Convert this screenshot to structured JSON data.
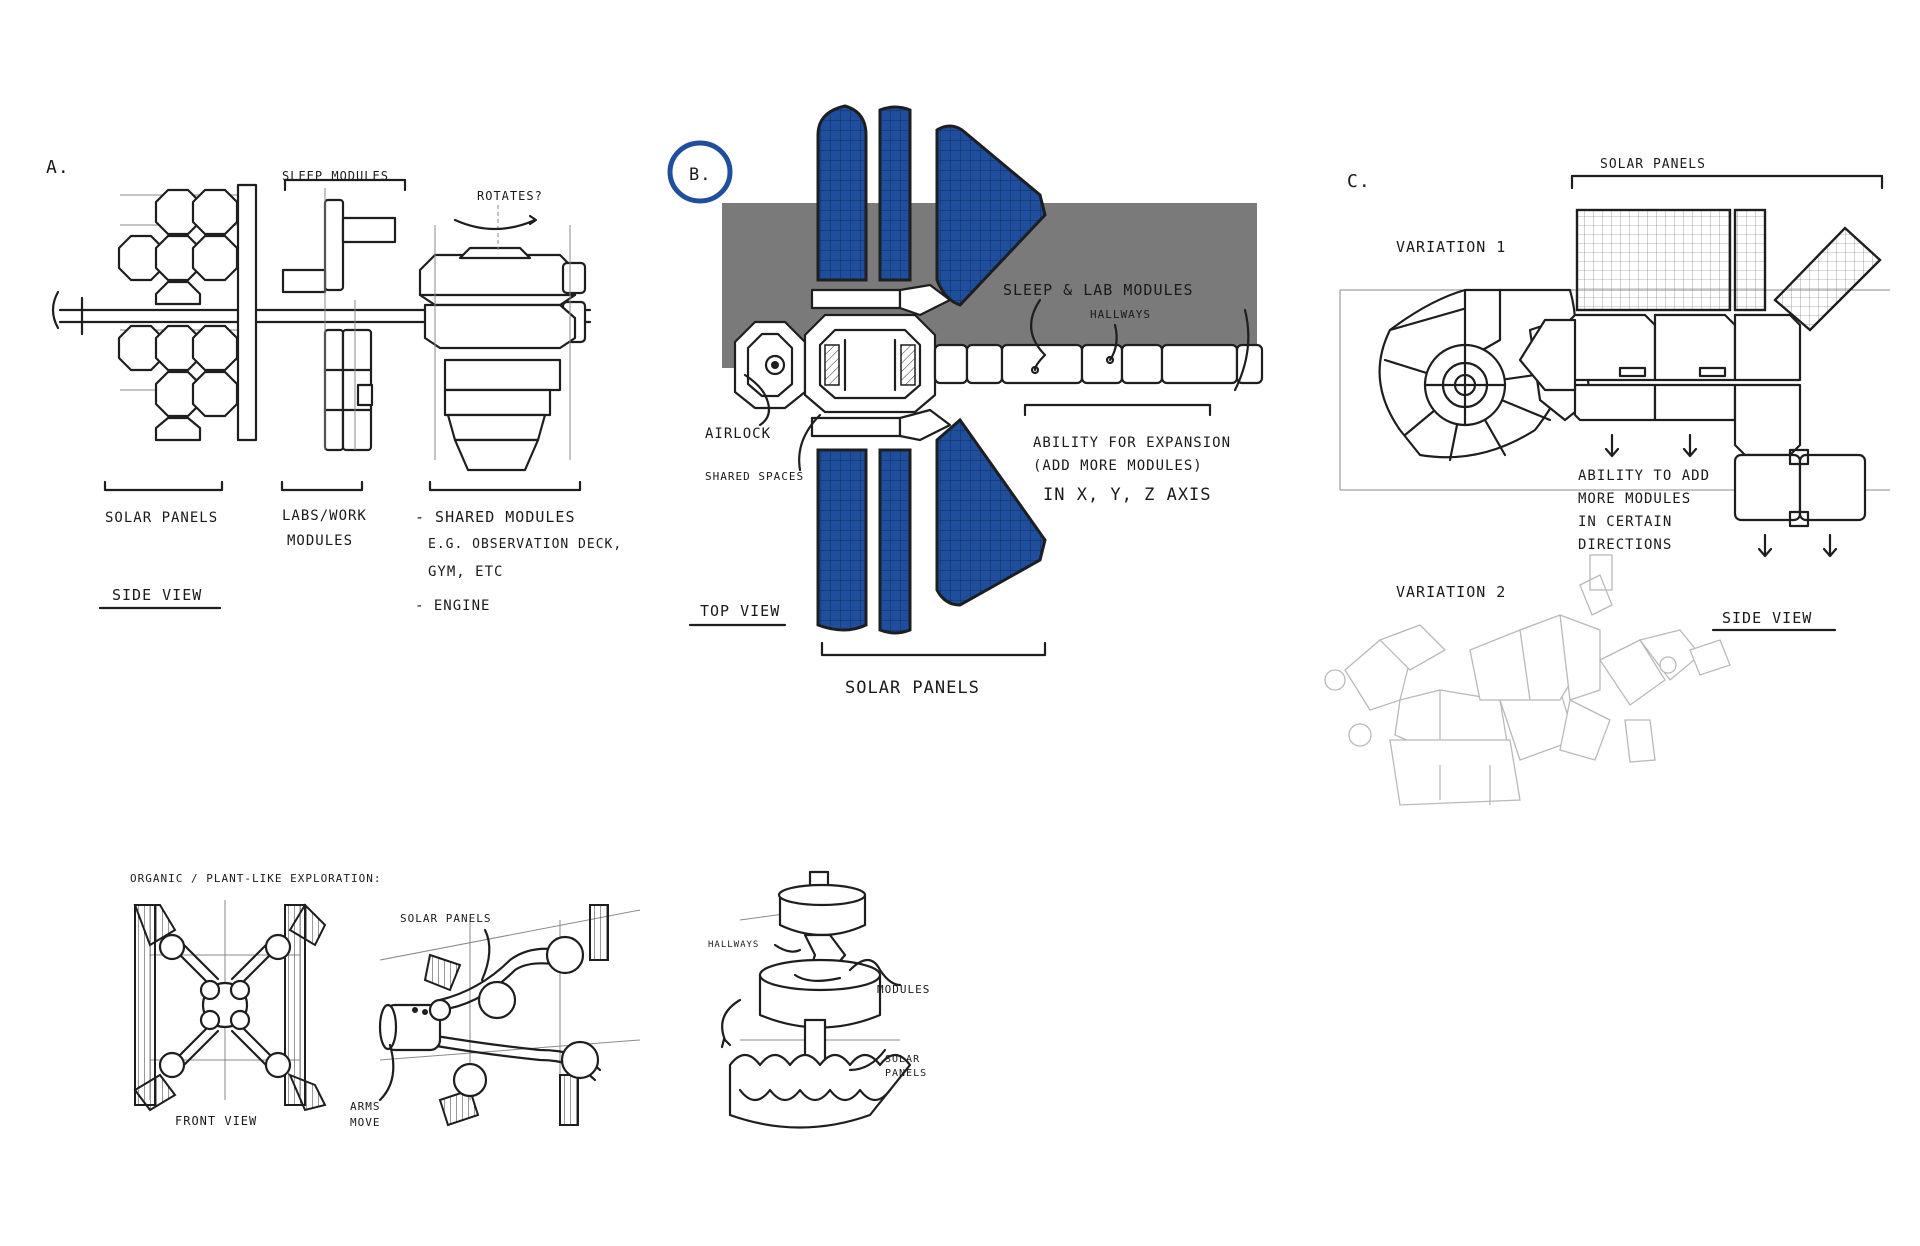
{
  "colors": {
    "ink": "#1e1e1e",
    "panel_blue": "#1f4e9c",
    "hull_gray": "#7a7a7a",
    "paper": "#ffffff"
  },
  "section_a": {
    "letter": "A.",
    "sleep_modules": "SLEEP MODULES",
    "rotates": "ROTATES?",
    "solar_panels": "SOLAR PANELS",
    "labs_line1": "LABS/WORK",
    "labs_line2": "MODULES",
    "shared_line1": "- SHARED MODULES",
    "shared_line2": "E.G. OBSERVATION DECK,",
    "shared_line3": "GYM, ETC",
    "engine": "- ENGINE",
    "view": "SIDE VIEW"
  },
  "section_b": {
    "letter": "B.",
    "sleep_lab": "SLEEP & LAB MODULES",
    "hallways": "HALLWAYS",
    "airlock": "AIRLOCK",
    "shared_spaces": "SHARED SPACES",
    "expansion_line1": "ABILITY FOR EXPANSION",
    "expansion_line2": "(ADD MORE MODULES)",
    "expansion_line3": "IN X, Y, Z AXIS",
    "view": "TOP VIEW",
    "solar_panels": "SOLAR PANELS"
  },
  "section_c": {
    "letter": "C.",
    "solar_panels": "SOLAR PANELS",
    "variation1": "VARIATION 1",
    "variation2": "VARIATION 2",
    "ability_line1": "ABILITY TO ADD",
    "ability_line2": "MORE MODULES",
    "ability_line3": "IN CERTAIN",
    "ability_line4": "DIRECTIONS",
    "view": "SIDE VIEW"
  },
  "organic": {
    "title": "ORGANIC / PLANT-LIKE EXPLORATION:",
    "front_view": "FRONT VIEW",
    "solar_panels": "SOLAR PANELS",
    "arms_line1": "ARMS",
    "arms_line2": "MOVE",
    "hallways": "HALLWAYS",
    "modules": "MODULES",
    "solar_line1": "SOLAR",
    "solar_line2": "PANELS"
  }
}
